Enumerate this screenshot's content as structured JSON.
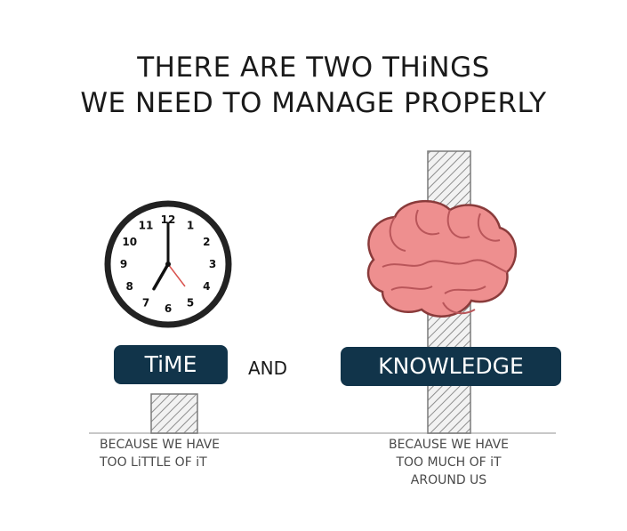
{
  "title": {
    "line1": "THERE ARE TWO THiNGS",
    "line2": "WE NEED TO MANAGE PROPERLY"
  },
  "clock": {
    "numbers": [
      "12",
      "1",
      "2",
      "3",
      "4",
      "5",
      "6",
      "7",
      "8",
      "9",
      "10",
      "11"
    ],
    "hour_hand": 7,
    "minute_hand": 0
  },
  "labels": {
    "time": "TiME",
    "and": "AND",
    "knowledge": "KNOWLEDGE"
  },
  "captions": {
    "time_lines": [
      "BECAUSE WE HAVE",
      "TOO LiTTLE OF iT"
    ],
    "knowledge_lines": [
      "BECAUSE WE HAVE",
      "TOO MUCH OF iT",
      "AROUND US"
    ]
  },
  "levels": {
    "time": "low",
    "knowledge": "high"
  },
  "colors": {
    "pill": "#11344a",
    "brain": "#ee8f8f",
    "brain_outline": "#8a3b3b",
    "clock_face": "#ffffff",
    "clock_rim": "#222222",
    "bar_hatch": "#8d8d8d"
  }
}
